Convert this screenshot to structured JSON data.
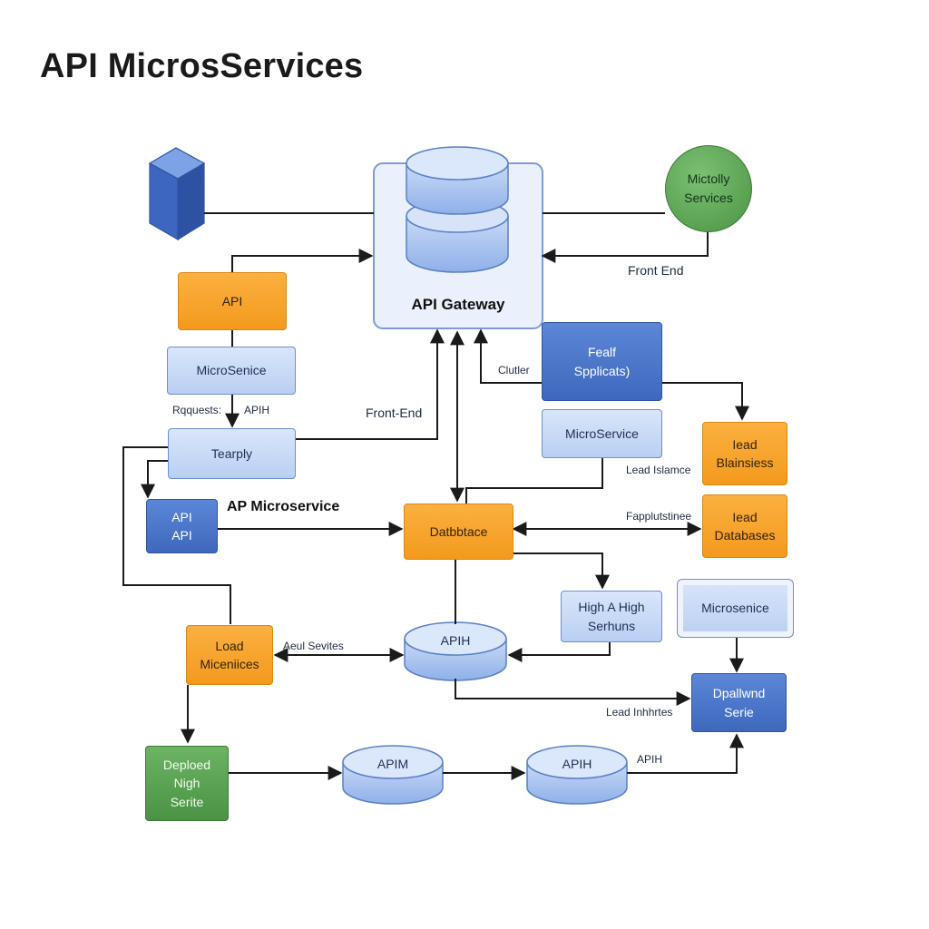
{
  "title": "API MicrosServices",
  "nodes": {
    "api_gateway": "API Gateway",
    "microtly": [
      "Mictolly",
      "Services"
    ],
    "api_orange": "API",
    "microservice_left": "MicroSenice",
    "tearply": "Tearply",
    "api_blue_small": [
      "API",
      "API"
    ],
    "ap_microservice_label": "AP Microservice",
    "fealf_applications": [
      "Fealf",
      "Spplicats)"
    ],
    "microservice_center": "MicroService",
    "lead_right_top": [
      "Iead",
      "Blainsiess"
    ],
    "lead_right_bottom": [
      "Iead",
      "Databases"
    ],
    "database_center": "Datbbtace",
    "high_high": [
      "High A High",
      "Serhuns"
    ],
    "microservice_right": "Microsenice",
    "load_left": [
      "Load",
      "Miceniices"
    ],
    "apih_center": "APIH",
    "dpallwed": [
      "Dpallwnd",
      "Serie"
    ],
    "deploed": [
      "Deploed",
      "Nigh",
      "Serite"
    ],
    "apim_bottom_left": "APIM",
    "apih_bottom_right": "APIH"
  },
  "labels": {
    "front_end_top": "Front End",
    "cluster": "Clutler",
    "requests": "Rqquests:",
    "api_h_left": "APIH",
    "front_end_mid": "Front-End",
    "lead_balance": "Lead Islamce",
    "fapplutstine": "Fapplutstinee",
    "aeul_sevites": "Aeul Sevites",
    "lead_balances": "Lead Inhhrtes",
    "api_h_bottom": "APIH"
  },
  "colors": {
    "orange": "#f39a1e",
    "light_blue": "#b9cff2",
    "blue": "#3e68bd",
    "green": "#4b9344",
    "line": "#1a1a1a"
  }
}
